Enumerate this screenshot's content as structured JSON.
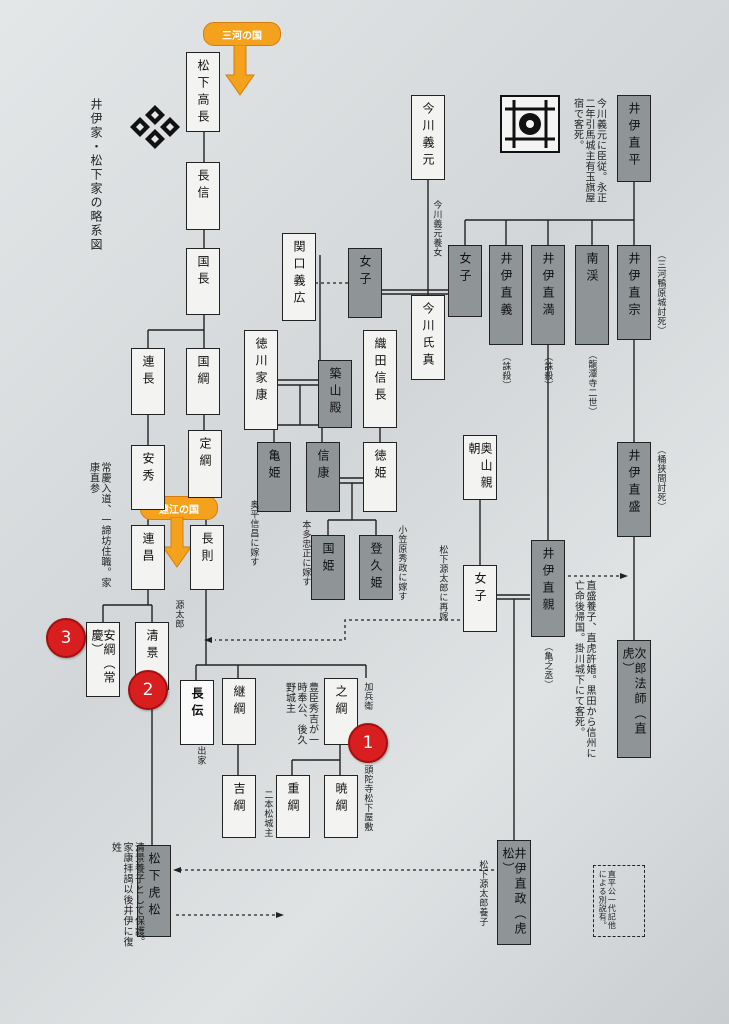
{
  "title": "井伊家・松下家の略系図",
  "labels": {
    "mikawa": "三河の国",
    "totomi": "遠江の国"
  },
  "badges": [
    "1",
    "2",
    "3"
  ],
  "colors": {
    "accent_pill": "#f4a21d",
    "badge": "#d81e1e",
    "dark_box": "#8f9496"
  },
  "people": {
    "takanaga": "松下高長",
    "naganobu": "長信",
    "kuninaga": "国長",
    "tsuranaga": "連長",
    "kunitsuna": "国綱",
    "yasuhide": "安秀",
    "sadatsuna": "定綱",
    "tsuramasa": "連昌",
    "naganori": "長則",
    "yasutsuna": "安綱（常慶）",
    "kiyokage": "清景",
    "choden": "長伝",
    "tsugitsuna": "継綱",
    "koretsuna": "之綱",
    "yoshitsuna": "吉綱",
    "shigetsuna": "重綱",
    "akitsuna": "暁綱",
    "toramatsu": "松下虎松",
    "yoshimoto": "今川義元",
    "sekiguchi": "関口義広",
    "nyoshi_a": "女子",
    "ujizane": "今川氏真",
    "ieyasu": "徳川家康",
    "tsukiyama": "築山殿",
    "nobunaga": "織田信長",
    "kamehime": "亀姫",
    "nobuyasu": "信康",
    "tokuhime": "徳姫",
    "kunihime": "国姫",
    "tokuhime2": "登久姫",
    "naohira": "井伊直平",
    "nyoshi_b": "女子",
    "naoyoshi": "井伊直義",
    "naomitsu": "井伊直満",
    "nankei": "南渓",
    "naomune": "井伊直宗",
    "okuyama": "奥山親朝",
    "nyoshi_c": "女子",
    "naomori": "井伊直盛",
    "naochika": "井伊直親",
    "jiro": "次郎法師（直虎）",
    "naomasa": "井伊直政（虎松）"
  },
  "notes": {
    "naohira_note": "今川義元に臣従。永正二年引馬城主有玉旗屋宿で客死。",
    "yoshimoto_adopt": "今川義元養女",
    "naomune_note": "（三河鴨原城討死）",
    "naomori_note": "（桶狭間討死）",
    "naoyoshi_note": "（誅殺）",
    "naomitsu_note": "（誅殺）",
    "nankei_note": "（龍潭寺二世）",
    "naochika_note": "（亀之丞）",
    "naochika_long": "直盛養子、直虎許婚。黒田から信州に亡命後帰国。掛川城下にて客死。",
    "kamehime_note": "奥平信昌に嫁す",
    "kunihime_note": "本多忠正に嫁す",
    "tokuhime2_note": "小笠原秀政に嫁す",
    "nyoshi_c_note": "松下源太郎に再嫁",
    "yasutsuna_note": "常慶入道、一諦坊住職。家康直参",
    "kiyokage_note": "源太郎",
    "choden_note": "出家",
    "koretsuna_title": "加兵衛",
    "koretsuna_note": "豊臣秀吉が一時奉公、後久野城主",
    "akitsuna_note": "頭陀寺松下屋敷",
    "shigetsuna_note": "二本松城主",
    "toramatsu_note": "清景養子として保護。家康拝謁以後井伊に復姓",
    "naomasa_note": "松下源太郎養子",
    "bekki_note": "直平公一代記他による別説有。"
  }
}
